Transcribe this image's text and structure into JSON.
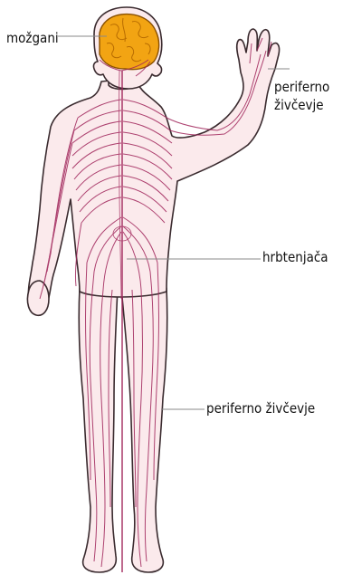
{
  "labels": {
    "brain": "možgani",
    "peripheral_arm_line1": "periferno",
    "peripheral_arm_line2": "živčevje",
    "spinal_cord": "hrbtenjača",
    "peripheral_leg": "periferno živčevje"
  },
  "colors": {
    "skin": "#fbeaec",
    "outline": "#3a2b2f",
    "nerve": "#a0245a",
    "brain_fill": "#f2a413",
    "brain_detail": "#b86c00",
    "leader_line": "#888888"
  }
}
